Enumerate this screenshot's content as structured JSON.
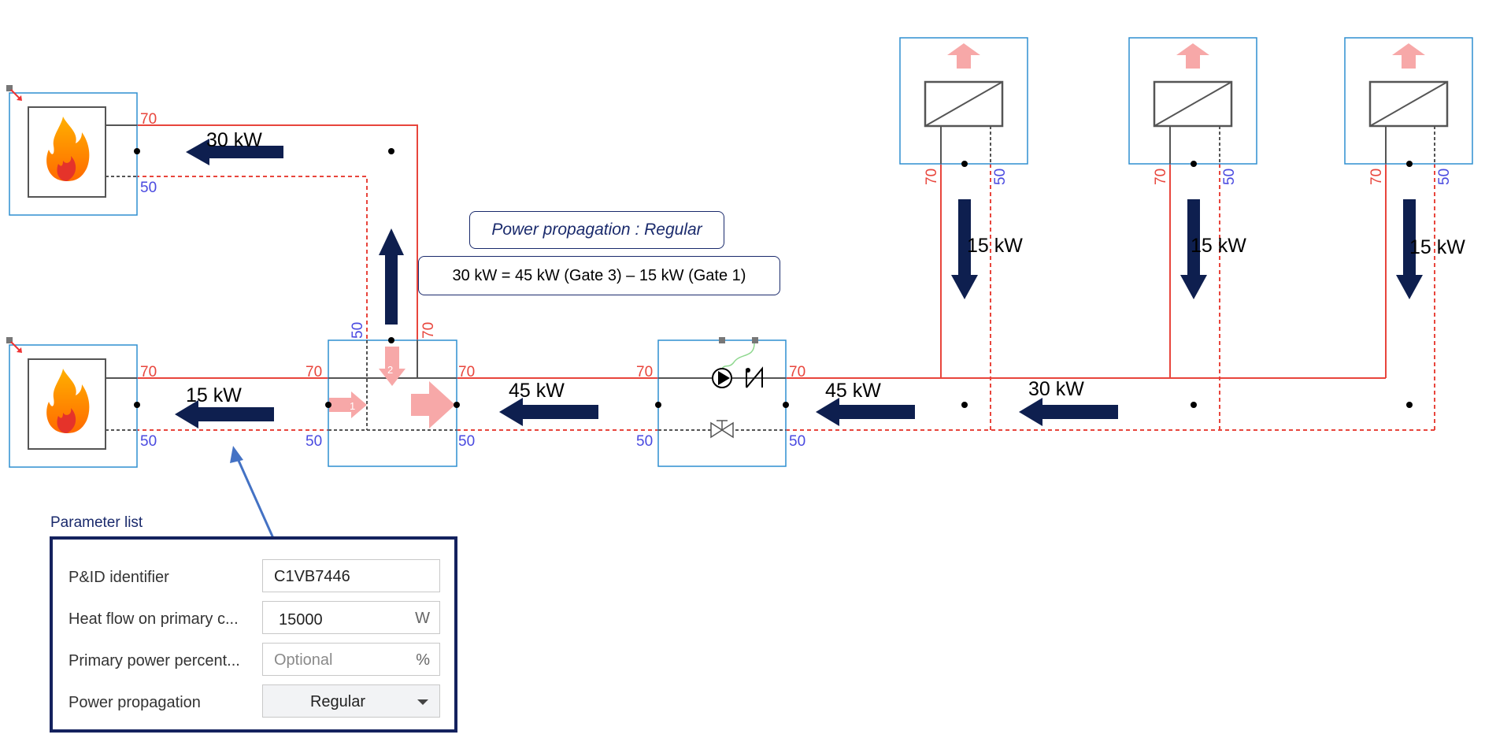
{
  "flows": {
    "top_boiler": "30 kW",
    "bottom_boiler": "15 kW",
    "manifold_out": "45 kW",
    "pump_out": "45 kW",
    "branch_main": "30 kW",
    "consumer_1": "15 kW",
    "consumer_2": "15 kW",
    "consumer_3": "15 kW"
  },
  "port_temps": {
    "supply": "70",
    "return": "50"
  },
  "gate_numbers": {
    "gate_1": "1",
    "gate_2": "2"
  },
  "notes": {
    "mode": "Power propagation : Regular",
    "formula": "30 kW = 45 kW (Gate 3) – 15 kW (Gate 1)"
  },
  "parameter_list": {
    "title": "Parameter list",
    "rows": [
      {
        "label": "P&ID identifier",
        "value": "C1VB7446",
        "unit": ""
      },
      {
        "label": "Heat flow on primary c...",
        "value": "15000",
        "unit": "W"
      },
      {
        "label": "Primary power percent...",
        "placeholder": "Optional",
        "unit": "%"
      },
      {
        "label": "Power propagation",
        "value": "Regular"
      }
    ]
  },
  "colors": {
    "supply_line": "#e8453c",
    "return_line": "#e8453c",
    "component_border": "#2f8fd0",
    "flow_arrow": "#0e1f4f",
    "gate_arrow": "#f7a8a8",
    "panel_border": "#14225e"
  }
}
